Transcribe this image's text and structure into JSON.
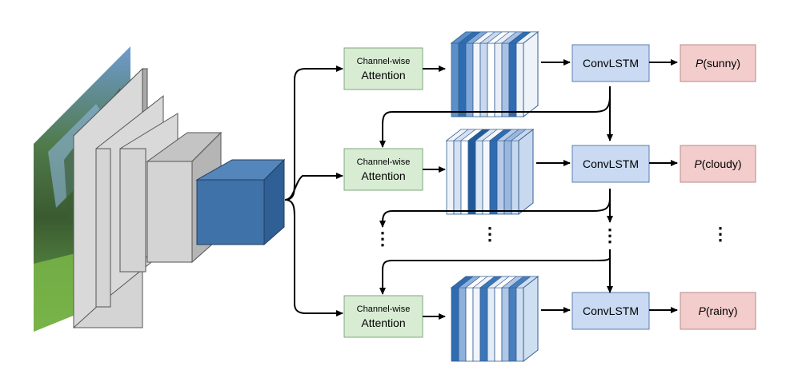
{
  "rows": [
    {
      "attention": {
        "line1": "Channel-wise",
        "line2": "Attention"
      },
      "lstm": "ConvLSTM",
      "output": {
        "p": "P",
        "label": "(sunny)"
      },
      "stripes": [
        "#5b8fc9",
        "#2e6db0",
        "#7fa7d8",
        "#f2f6fb",
        "#c9d8ee",
        "#ffffff",
        "#e8eef8",
        "#a9c1e4",
        "#2f6cb1",
        "#eef3fa"
      ]
    },
    {
      "attention": {
        "line1": "Channel-wise",
        "line2": "Attention"
      },
      "lstm": "ConvLSTM",
      "output": {
        "p": "P",
        "label": "(cloudy)"
      },
      "stripes": [
        "#eef3fa",
        "#d4e1f2",
        "#ffffff",
        "#1f5a9c",
        "#dbe6f4",
        "#f4f7fc",
        "#2f6cb1",
        "#b6cbe8",
        "#9ab8df",
        "#c8d9ef"
      ]
    },
    {
      "attention": {
        "line1": "Channel-wise",
        "line2": "Attention"
      },
      "lstm": "ConvLSTM",
      "output": {
        "p": "P",
        "label": "(rainy)"
      },
      "stripes": [
        "#2f6cb1",
        "#8eb0dc",
        "#ffffff",
        "#f1f5fb",
        "#3a76b8",
        "#e4ecf7",
        "#ffffff",
        "#b0c7e7",
        "#4a7fbf",
        "#cfdff2"
      ]
    }
  ],
  "ellipsis": "⋮",
  "colors": {
    "attention_fill": "#d8ecd4",
    "attention_stroke": "#7fa87a",
    "lstm_fill": "#c9daf2",
    "lstm_stroke": "#5b7db0",
    "output_fill": "#f3cccc",
    "output_stroke": "#b88a8a",
    "cnn_fill": "#d4d4d4",
    "cnn_stroke": "#555555",
    "feature_fill": "#3f72a8",
    "cube_side": "#356aa6"
  }
}
